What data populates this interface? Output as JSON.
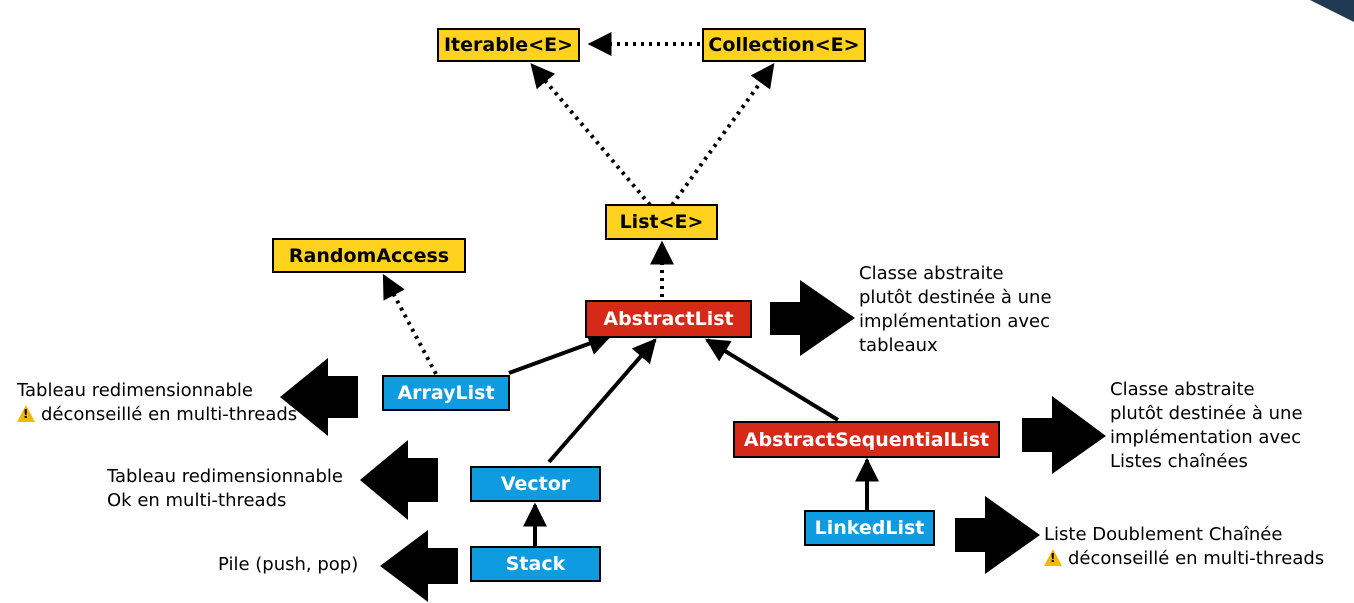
{
  "nodes": {
    "iterable": "Iterable<E>",
    "collection": "Collection<E>",
    "list": "List<E>",
    "random_access": "RandomAccess",
    "abstract_list": "AbstractList",
    "array_list": "ArrayList",
    "abstract_sequential_list": "AbstractSequentialList",
    "vector": "Vector",
    "stack": "Stack",
    "linked_list": "LinkedList"
  },
  "notes": {
    "abstract_list": [
      "Classe abstraite",
      "plutôt destinée à une",
      "implémentation avec",
      "tableaux"
    ],
    "abstract_sequential_list": [
      "Classe abstraite",
      "plutôt destinée à une",
      "implémentation avec",
      "Listes chaînées"
    ],
    "array_list": [
      "Tableau redimensionnable",
      "déconseillé en multi-threads"
    ],
    "vector": [
      "Tableau redimensionnable",
      "Ok en multi-threads"
    ],
    "stack": [
      "Pile (push, pop)"
    ],
    "linked_list": [
      "Liste Doublement Chaînée",
      "déconseillé en multi-threads"
    ]
  },
  "colors": {
    "interface": "#FFD21F",
    "abstract": "#D62A18",
    "concrete": "#0F9BE0",
    "corner": "#1F3A52"
  },
  "icons": {
    "warning": "warning-icon",
    "big_arrow": "big-arrow-icon"
  }
}
